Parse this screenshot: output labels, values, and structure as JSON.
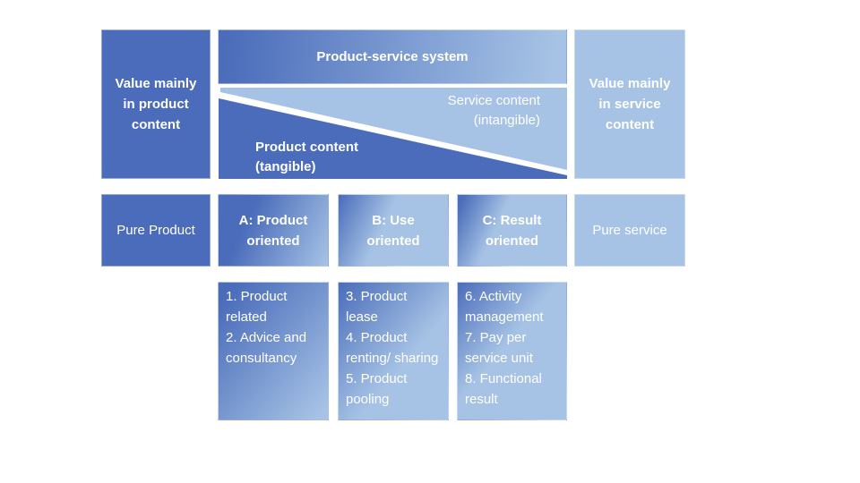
{
  "title": "Product-service system diagram",
  "colors": {
    "dark_blue": "#4a6cba",
    "light_blue": "#a6c3e5",
    "background": "#ffffff",
    "text": "#ffffff"
  },
  "top": {
    "left_label": "Value mainly in product content",
    "bar_label": "Product-service system",
    "service_label": "Service content (intangible)",
    "product_label": "Product content (tangible)",
    "right_label": "Value mainly in service content"
  },
  "middle_row": {
    "pure_product": "Pure Product",
    "pure_service": "Pure service"
  },
  "categories": [
    {
      "id": "A",
      "header": "A: Product oriented",
      "items": [
        "1. Product related",
        "2. Advice and consultancy"
      ]
    },
    {
      "id": "B",
      "header": "B: Use oriented",
      "items": [
        "3. Product lease",
        "4. Product renting/ sharing",
        "5. Product pooling"
      ]
    },
    {
      "id": "C",
      "header": "C: Result oriented",
      "items": [
        "6. Activity management",
        "7. Pay per service unit",
        "8. Functional result"
      ]
    }
  ]
}
